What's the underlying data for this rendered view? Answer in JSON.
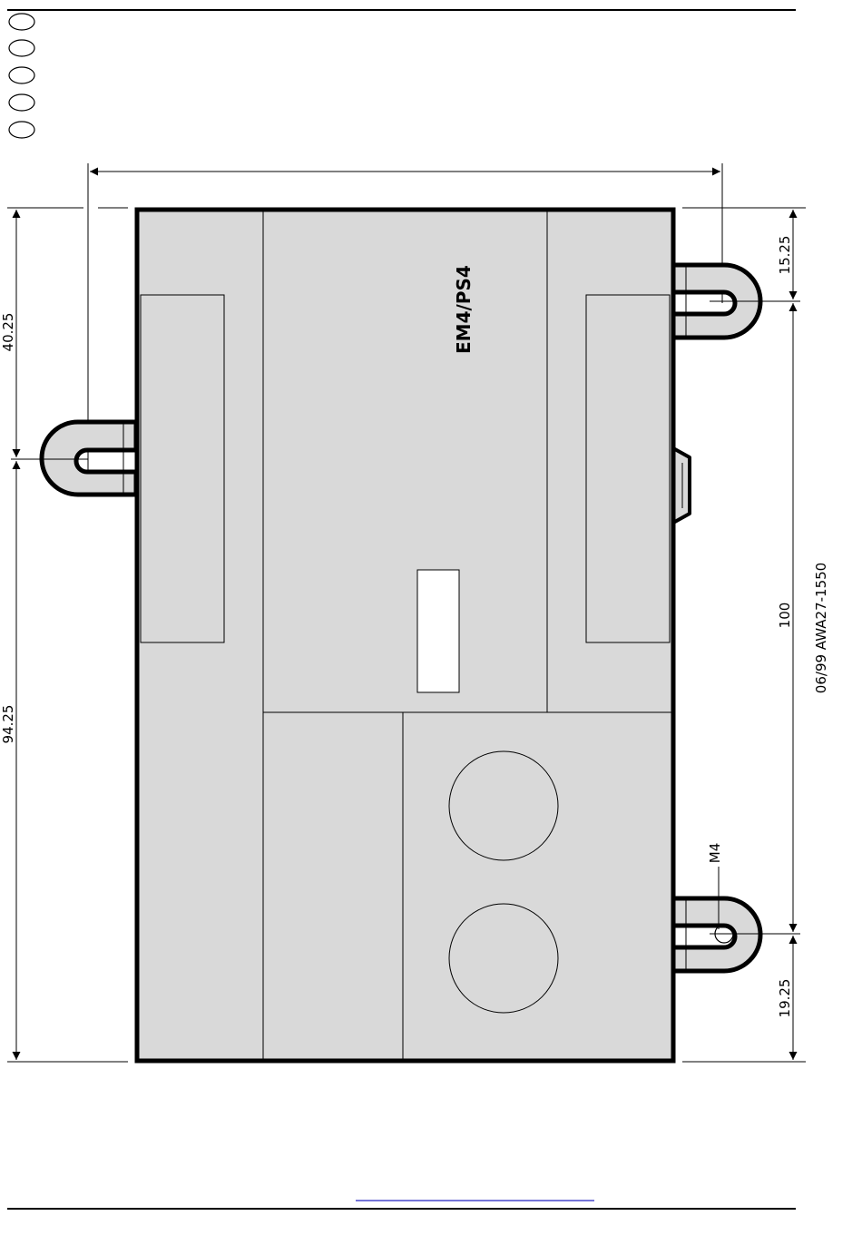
{
  "drawing": {
    "model_label": "EM4/PS4",
    "document_code": "06/99 AWA27-1550",
    "screw_label": "M4",
    "dimensions": {
      "left_upper": "40.25",
      "left_lower": "94.25",
      "right_top": "15.25",
      "right_middle": "100",
      "right_bottom": "19.25"
    }
  },
  "colors": {
    "body_fill": "#d9d9d9",
    "outline": "#000000",
    "link_line": "#2020c0"
  }
}
